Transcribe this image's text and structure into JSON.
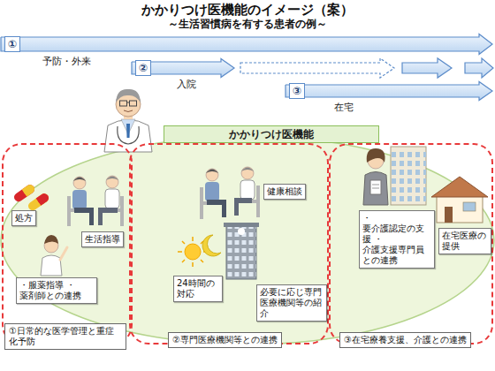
{
  "diagram": {
    "title": "かかりつけ医機能のイメージ（案）",
    "nodes": [
      {
        "text": [
          "①",
          "予防・外来"
        ]
      },
      {
        "text": [
          "②",
          "入院"
        ]
      },
      {
        "text": [
          "③",
          "在宅"
        ]
      },
      {
        "text": [
          "かかりつけ医機能"
        ]
      },
      {
        "text": [
          "①日常的な医学管理と重症化予防"
        ]
      },
      {
        "text": [
          "処方"
        ],
        "in": 4
      },
      {
        "text": [
          "生活指導"
        ],
        "in": 4
      },
      {
        "text": [
          "・服薬指導 ・薬剤師との連携"
        ],
        "in": 4
      },
      {
        "text": [
          "②専門医療機関等との連携"
        ]
      },
      {
        "text": [
          "健康相談"
        ],
        "in": 8
      },
      {
        "text": [
          "24時間の対応"
        ],
        "in": 8
      },
      {
        "text": [
          "必要に応じ専門医療機関等の紹介"
        ],
        "in": 8
      },
      {
        "text": [
          "③在宅療養支援、介護との連携"
        ]
      },
      {
        "text": [
          "・要介護認定の支援 ・介護支援専門員との連携"
        ],
        "in": 12
      },
      {
        "text": [
          "在宅医療の提供"
        ],
        "in": 12
      }
    ],
    "labels": [
      "～生活習慣病を有する患者の例～"
    ]
  }
}
